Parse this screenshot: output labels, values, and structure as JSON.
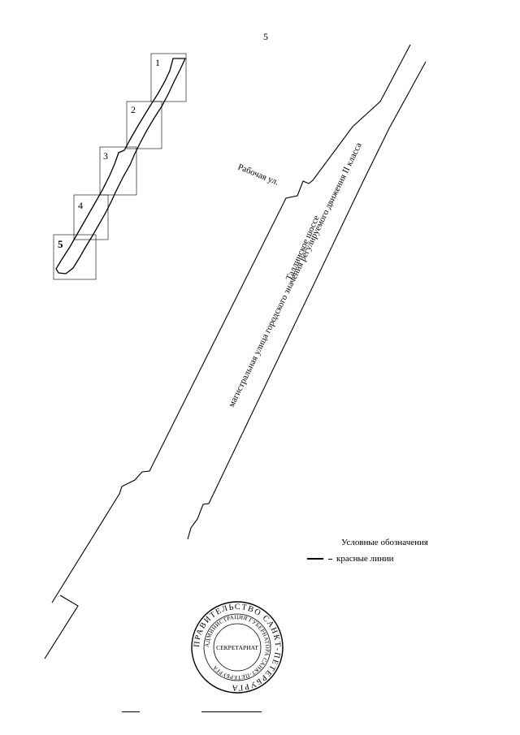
{
  "page_number": "5",
  "map": {
    "inset_frames": [
      "1",
      "2",
      "3",
      "4",
      "5"
    ],
    "street_labels": {
      "rabochaya": "Рабочая ул.",
      "tallinskoe": "Таллинское шоссе",
      "classification": "магистральная улица городского значения регулируемого движения II класса"
    }
  },
  "legend": {
    "title": "Условные обозначения",
    "red_lines_label": "красные линии"
  },
  "stamp": {
    "outer_text": "ПРАВИТЕЛЬСТВО САНКТ-ПЕТЕРБУРГА",
    "inner_text": "АДМИНИСТРАЦИЯ ГУБЕРНАТОРА САНКТ-ПЕТЕРБУРГА",
    "center_text": "СЕКРЕТАРИАТ"
  }
}
